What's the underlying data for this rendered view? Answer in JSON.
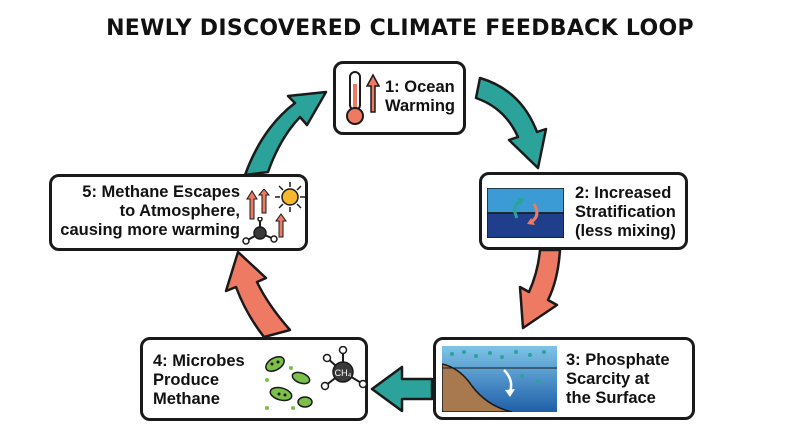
{
  "title": "NEWLY DISCOVERED CLIMATE FEEDBACK LOOP",
  "steps": [
    {
      "lines": [
        "1: Ocean",
        "Warming"
      ]
    },
    {
      "lines": [
        "2: Increased",
        "Stratification",
        "(less mixing)"
      ]
    },
    {
      "lines": [
        "3: Phosphate",
        "Scarcity at",
        "the Surface"
      ]
    },
    {
      "lines": [
        "4: Microbes",
        "Produce",
        "Methane"
      ]
    },
    {
      "lines": [
        "5: Methane Escapes",
        "to Atmosphere,",
        "causing more warming"
      ]
    }
  ],
  "molecule_label": "CH₄",
  "colors": {
    "teal": "#2ba39a",
    "coral": "#ee7a63",
    "outline": "#1a1a1a",
    "deep_blue": "#1f3f8c",
    "light_blue": "#3b9bd4"
  }
}
